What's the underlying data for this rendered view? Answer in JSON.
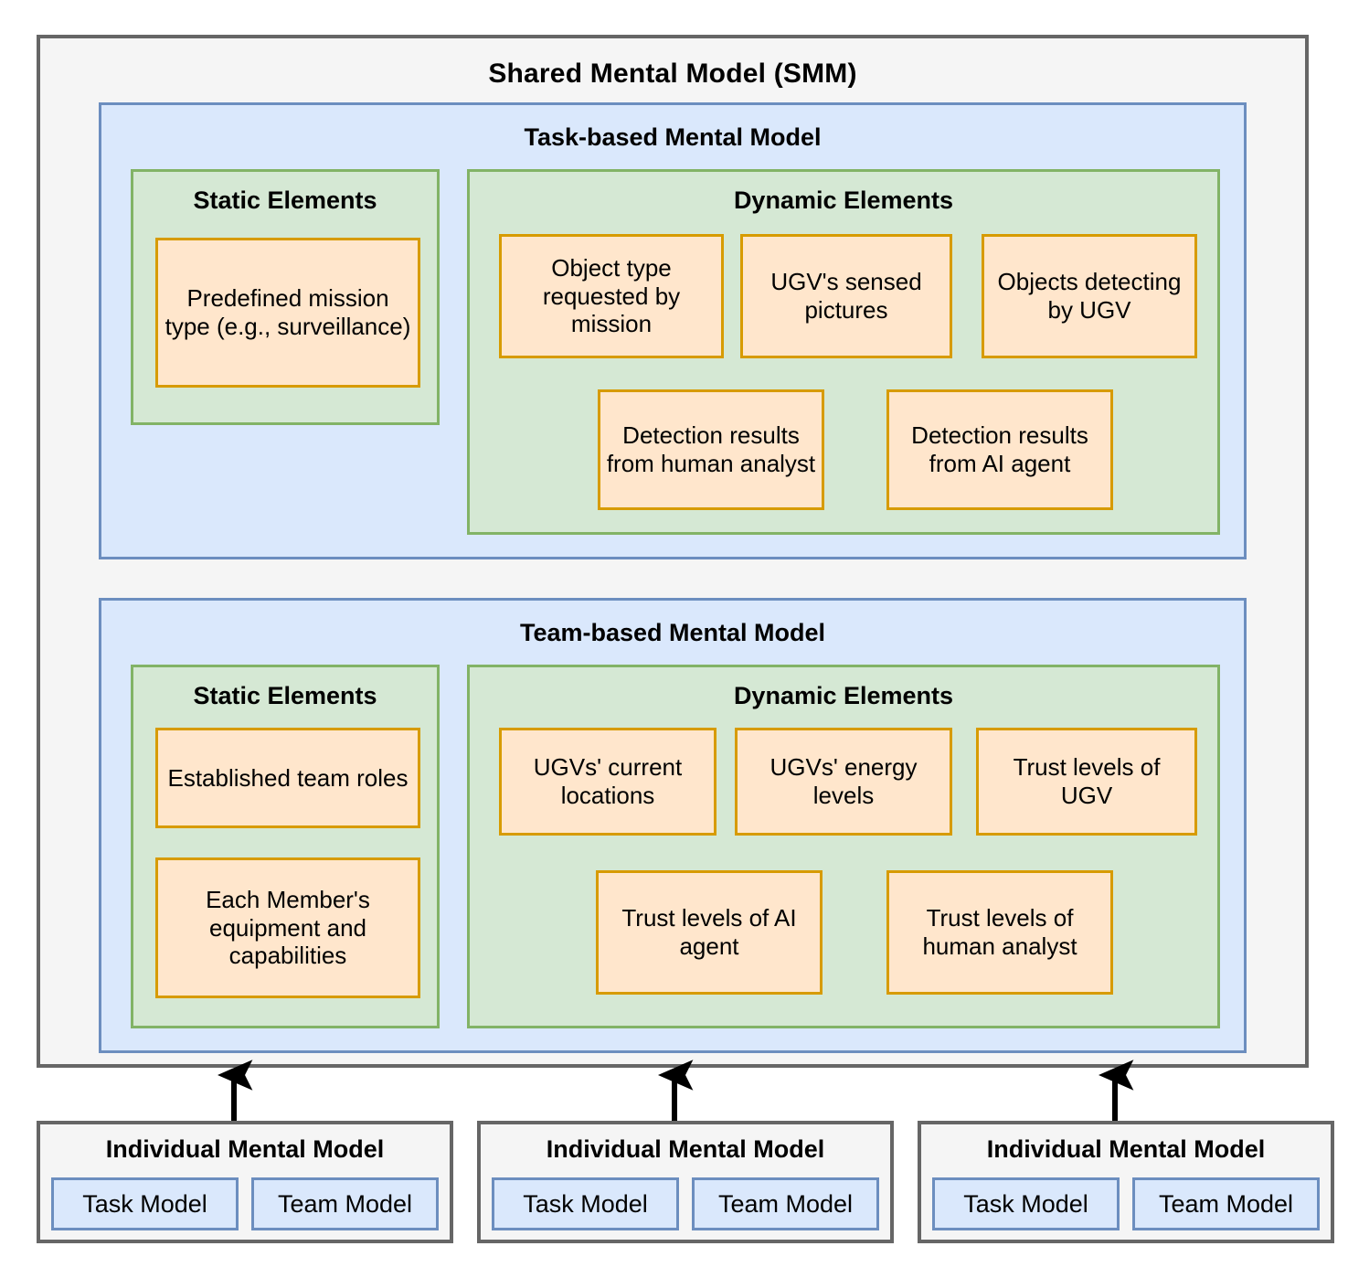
{
  "diagram": {
    "title": "Shared Mental Model (SMM)",
    "models": [
      {
        "id": "task-based",
        "title": "Task-based Mental Model",
        "static": {
          "title": "Static Elements",
          "items": [
            "Predefined mission type (e.g., surveillance)"
          ]
        },
        "dynamic": {
          "title": "Dynamic Elements",
          "row1": [
            "Object type requested by mission",
            "UGV's sensed pictures",
            "Objects detecting by UGV"
          ],
          "row2": [
            "Detection results from human analyst",
            "Detection results from AI agent"
          ]
        }
      },
      {
        "id": "team-based",
        "title": "Team-based Mental Model",
        "static": {
          "title": "Static Elements",
          "items": [
            "Established team roles",
            "Each Member's equipment and capabilities"
          ]
        },
        "dynamic": {
          "title": "Dynamic Elements",
          "row1": [
            "UGVs' current locations",
            "UGVs' energy levels",
            "Trust levels of UGV"
          ],
          "row2": [
            "Trust levels of AI agent",
            "Trust levels of human analyst"
          ]
        }
      }
    ],
    "individual_models": [
      {
        "title": "Individual Mental Model",
        "chips": [
          "Task Model",
          "Team Model"
        ]
      },
      {
        "title": "Individual Mental Model",
        "chips": [
          "Task Model",
          "Team Model"
        ]
      },
      {
        "title": "Individual Mental Model",
        "chips": [
          "Task Model",
          "Team Model"
        ]
      }
    ],
    "colors": {
      "container_fill": "#f5f5f5",
      "container_border": "#666666",
      "model_fill": "#dae8fc",
      "model_border": "#6c8ebf",
      "group_fill": "#d5e8d4",
      "group_border": "#82b366",
      "leaf_fill": "#ffe6cc",
      "leaf_border": "#d79b00",
      "arrow": "#000000"
    }
  }
}
